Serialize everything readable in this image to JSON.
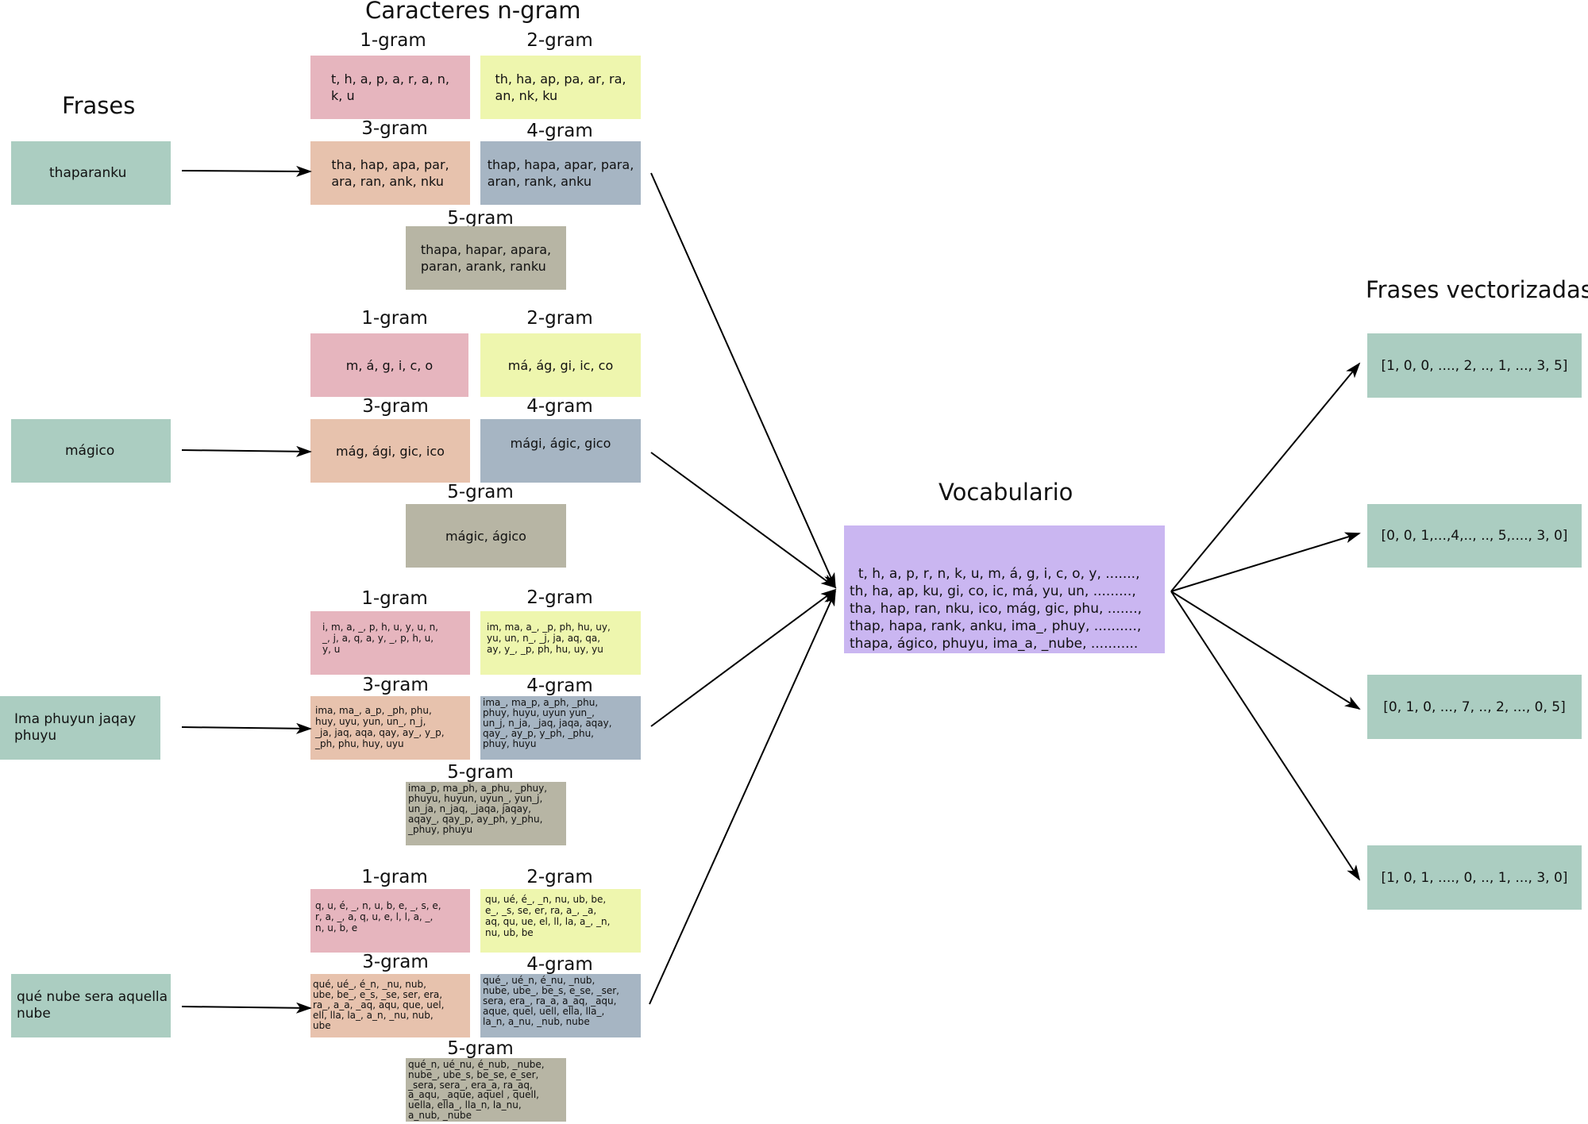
{
  "headings": {
    "ngrams": "Caracteres n-gram",
    "phrases": "Frases",
    "vocab": "Vocabulario",
    "vectorized": "Frases vectorizadas"
  },
  "gram_labels": [
    "1-gram",
    "2-gram",
    "3-gram",
    "4-gram",
    "5-gram"
  ],
  "groups": [
    {
      "phrase": "thaparanku",
      "g1": "t, h, a, p, a, r, a, n,\nk, u",
      "g2": "th, ha, ap, pa, ar, ra,\nan, nk, ku",
      "g3": "tha, hap, apa, par,\nara, ran, ank, nku",
      "g4": "thap, hapa, apar, para,\naran, rank, anku",
      "g5": "thapa, hapar, apara,\nparan, arank, ranku"
    },
    {
      "phrase": "mágico",
      "g1": "m, á, g, i, c, o",
      "g2": "má, ág, gi, ic, co",
      "g3": "mág, ági, gic, ico",
      "g4": "mági, ágic, gico",
      "g5": "mágic, ágico"
    },
    {
      "phrase": "Ima phuyun jaqay\n phuyu",
      "g1": "i, m, a, _, p, h, u, y, u, n,\n_, j, a, q, a, y, _, p, h, u,\ny, u",
      "g2": "im, ma, a_, _p, ph, hu, uy,\nyu, un, n_, _j, ja, aq, qa,\nay, y_, _p, ph, hu, uy, yu",
      "g3": "ima, ma_, a_p, _ph, phu,\nhuy, uyu, yun, un_, n_j,\n_ja, jaq, aqa, qay, ay_, y_p,\n_ph, phu, huy, uyu",
      "g4": "ima_, ma_p, a_ph, _phu,\nphuy, huyu, uyun yun_,\nun_j, n_ja, _jaq, jaqa, aqay,\nqay_, ay_p, y_ph, _phu,\nphuy, huyu",
      "g5": "ima_p, ma_ph, a_phu, _phuy,\nphuyu, huyun, uyun_, yun_j,\nun_ja, n_jaq, _jaqa, jaqay,\naqay_, qay_p, ay_ph, y_phu,\n_phuy, phuyu"
    },
    {
      "phrase": "qué nube sera aquella\nnube",
      "g1": "q, u, é, _, n, u, b, e, _, s, e,\nr, a, _, a, q, u, e, l, l, a, _,\nn, u, b, e",
      "g2": "qu, ué, é_, _n, nu, ub, be,\ne_, _s, se, er, ra, a_, _a,\naq, qu, ue, el, ll, la, a_, _n,\nnu, ub, be",
      "g3": "qué, ué_, é_n, _nu, nub,\nube, be_, e_s, _se, ser, era,\nra_, a_a, _aq, aqu, que, uel,\nell, lla, la_, a_n, _nu, nub,\nube",
      "g4": "qué_, ué_n, é_nu, _nub,\nnube, ube_, be_s, e_se, _ser,\nsera, era_, ra_a, a_aq, _aqu,\naque, quel, uell, ella, lla_,\nla_n, a_nu, _nub, nube",
      "g5": "qué_n, ué_nu, é_nub, _nube,\nnube_, ube_s, be_se, e_ser,\n_sera, sera_, era_a, ra_aq,\na_aqu, _aque, aquel , quell,\nuella, ella_, lla_n, la_nu,\na_nub, _nube"
    }
  ],
  "vocabulary": "t, h, a, p, r, n, k, u, m, á, g, i, c, o, y, .......,\nth, ha, ap, ku, gi, co, ic, má, yu, un, .........,\ntha, hap, ran, nku, ico, mág, gic, phu, .......,\nthap, hapa, rank, anku, ima_, phuy, ..........,\nthapa, ágico, phuyu, ima_a, _nube, ...........",
  "vectors": [
    "[1, 0, 0, ...., 2, .., 1, ..., 3, 5]",
    "[0, 0, 1,...,4,.., .., 5,...., 3, 0]",
    "[0, 1, 0, ..., 7, .., 2,  ..., 0, 5]",
    "[1, 0, 1, ...., 0, .., 1, ..., 3, 0]"
  ]
}
